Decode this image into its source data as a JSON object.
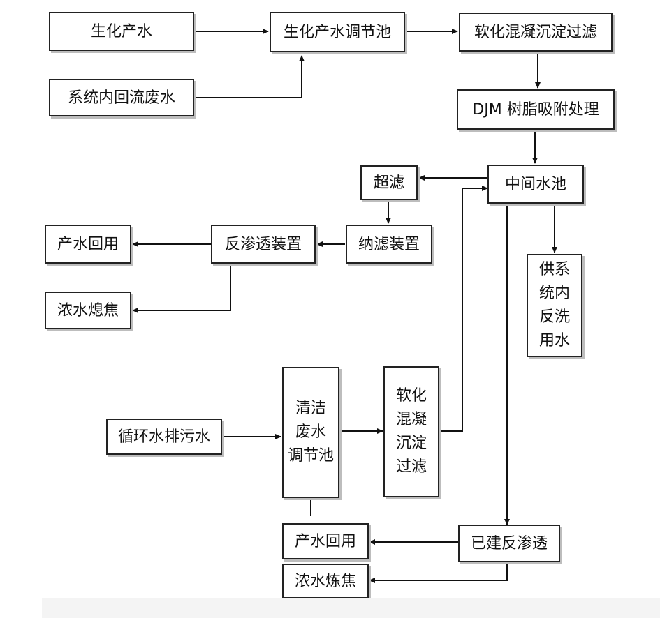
{
  "nodes": {
    "bio_water": "生化产水",
    "recycle_wastewater": "系统内回流废水",
    "bio_regulating_pool": "生化产水调节池",
    "softening_filter_top": "软化混凝沉淀过滤",
    "djm_resin": "DJM 树脂吸附处理",
    "middle_pool": "中间水池",
    "ultrafiltration": "超滤",
    "nanofiltration": "纳滤装置",
    "reverse_osmosis": "反渗透装置",
    "reuse_water_1": "产水回用",
    "concentrate_1": "浓水熄焦",
    "backwash_line1": "供系",
    "backwash_line2": "统内",
    "backwash_line3": "反洗",
    "backwash_line4": "用水",
    "blowdown_water": "循环水排污水",
    "clean_pool_line1": "清洁",
    "clean_pool_line2": "废水",
    "clean_pool_line3": "调节池",
    "soft_line1": "软化",
    "soft_line2": "混凝",
    "soft_line3": "沉淀",
    "soft_line4": "过滤",
    "existing_ro": "已建反渗透",
    "reuse_water_2": "产水回用",
    "concentrate_2": "浓水炼焦"
  }
}
